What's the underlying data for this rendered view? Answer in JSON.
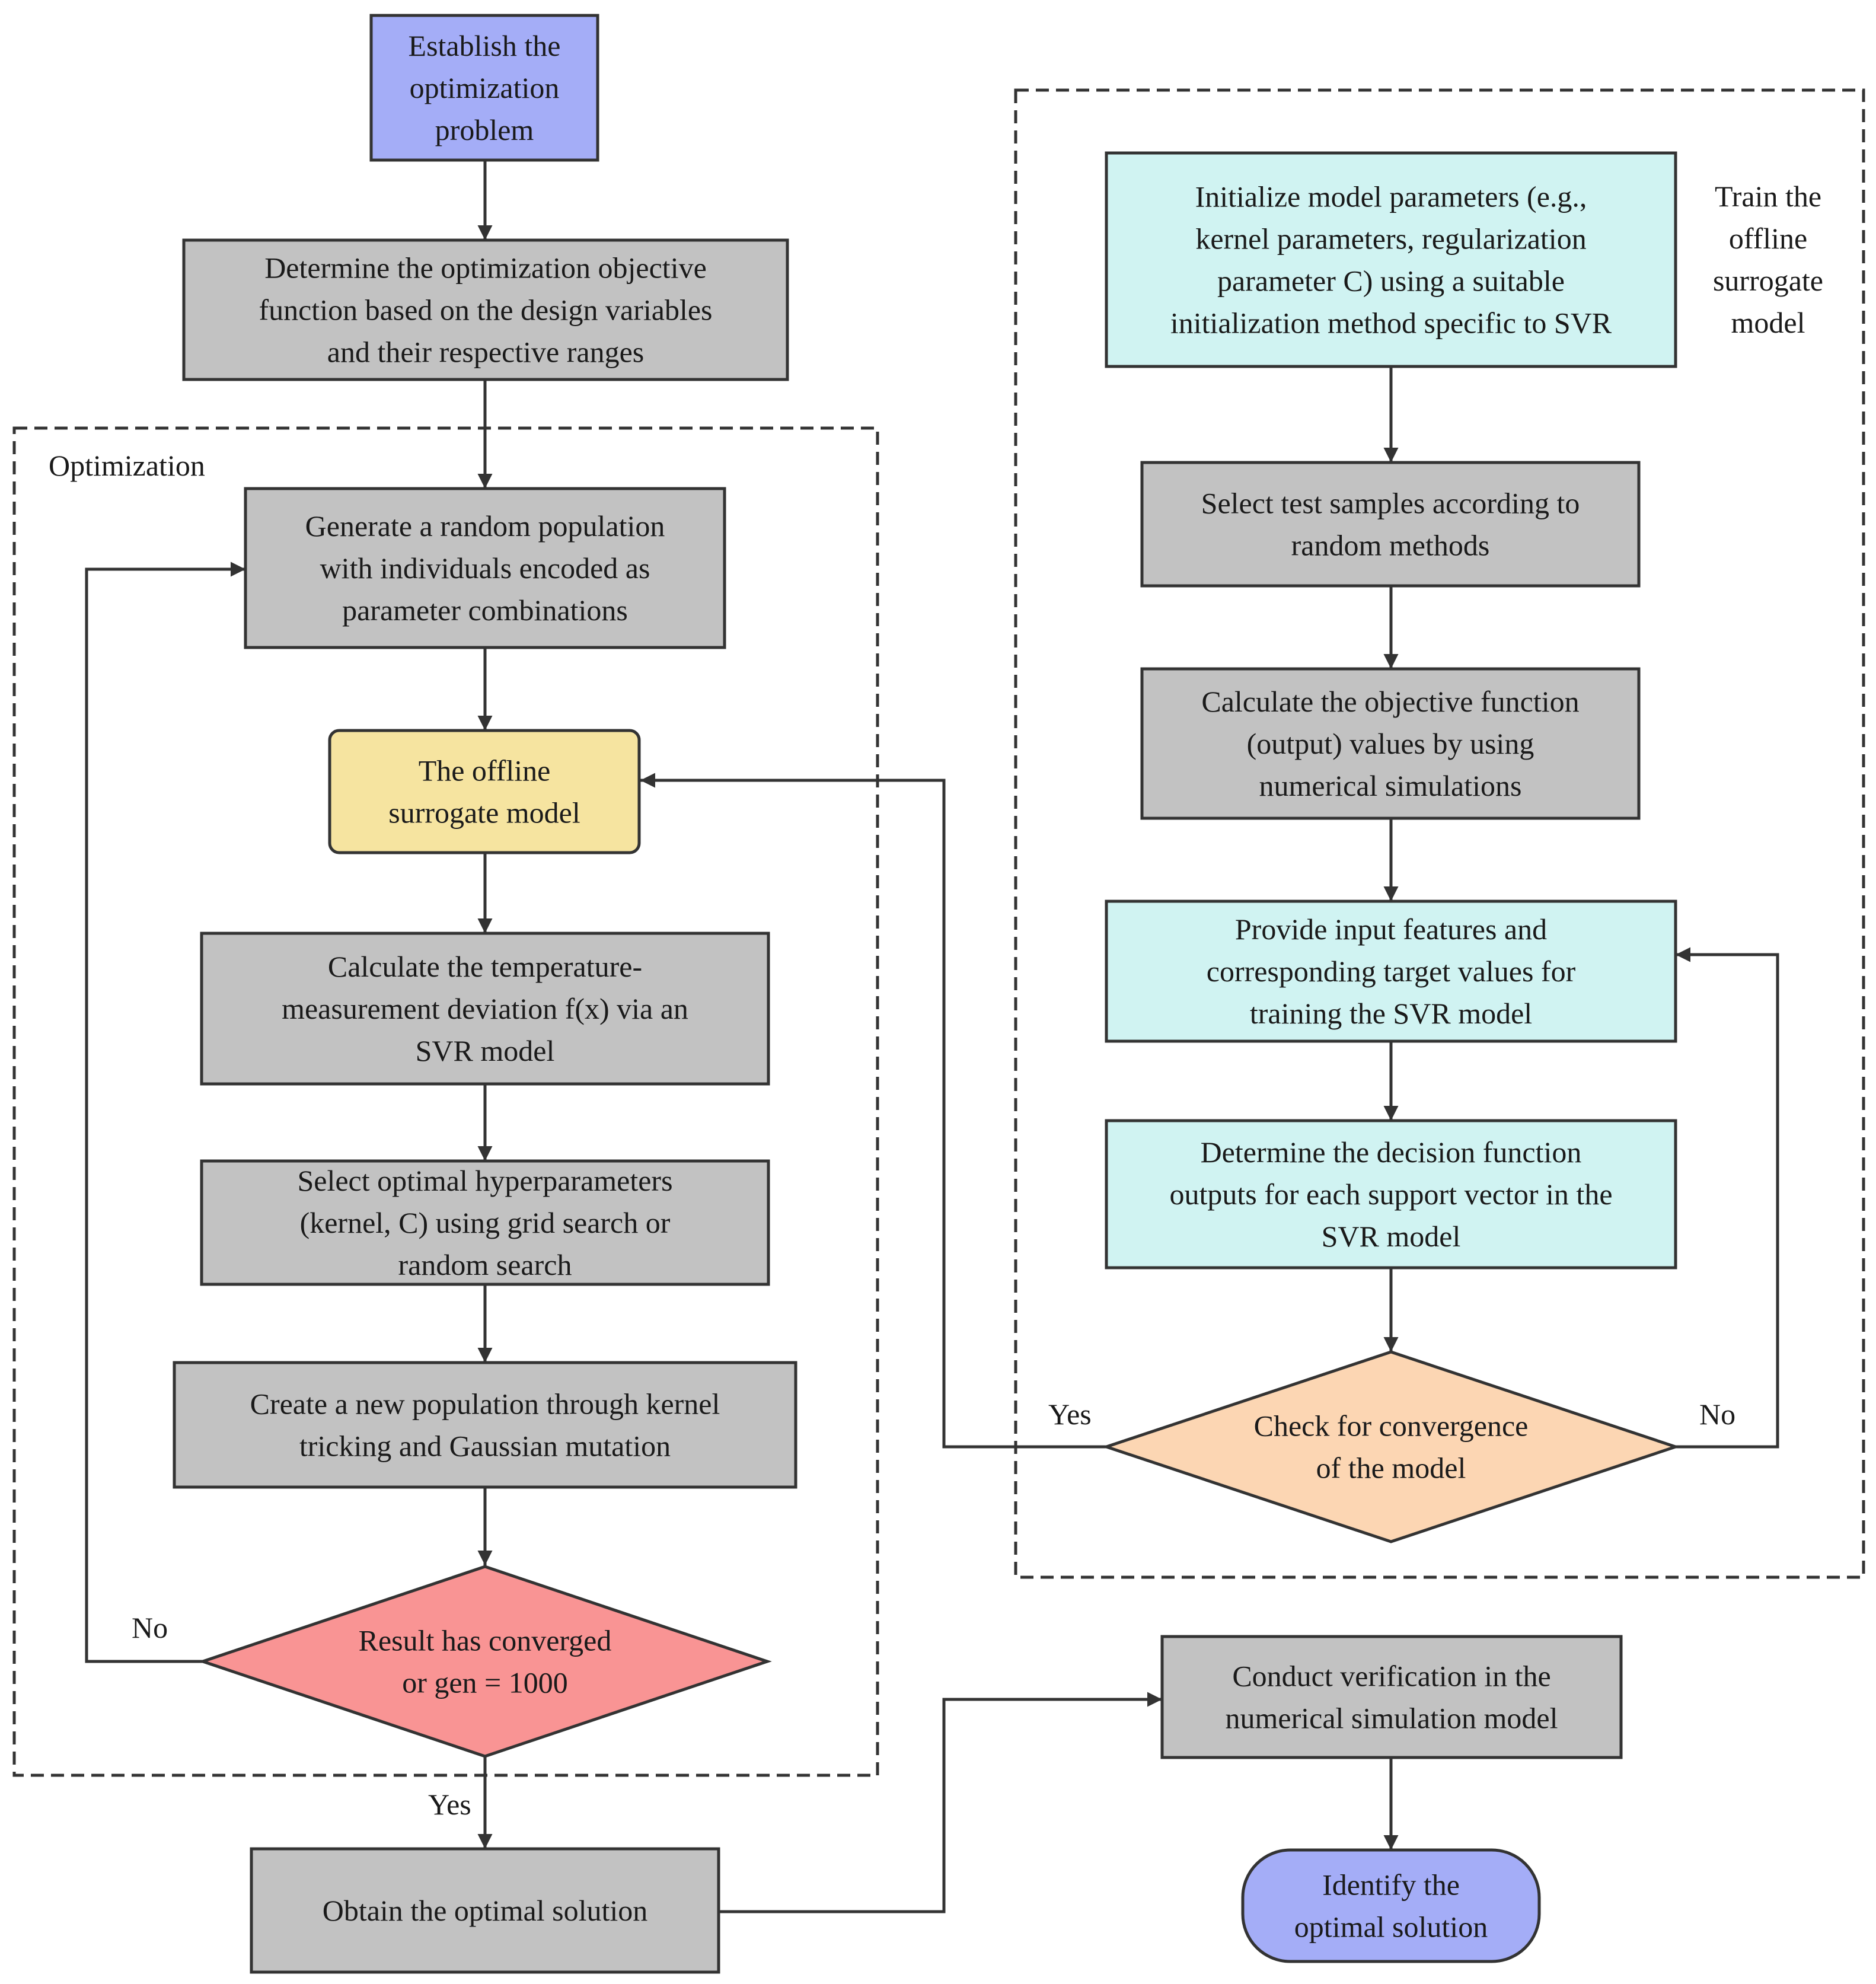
{
  "colors": {
    "blue": "#a4adf7",
    "gray": "#c2c2c2",
    "cyan": "#d0f3f2",
    "yellow": "#f6e4a0",
    "peach": "#fcd6b3",
    "red": "#f99494",
    "stroke": "#333333"
  },
  "groups": {
    "optimization": {
      "label": "Optimization"
    },
    "training": {
      "label_lines": [
        "Train the",
        "offline",
        "surrogate",
        "model"
      ]
    }
  },
  "nodes": {
    "establish": {
      "lines": [
        "Establish the",
        "optimization",
        "problem"
      ],
      "color": "blue"
    },
    "objective": {
      "lines": [
        "Determine the optimization objective",
        "function based on the design variables",
        "and their respective ranges"
      ],
      "color": "gray"
    },
    "population": {
      "lines": [
        "Generate a random population",
        "with individuals encoded as",
        "parameter combinations"
      ],
      "color": "gray"
    },
    "surrogate": {
      "lines": [
        "The offline",
        "surrogate model"
      ],
      "color": "yellow"
    },
    "deviation": {
      "lines": [
        "Calculate the temperature-",
        "measurement deviation f(x) via an",
        "SVR model"
      ],
      "color": "gray"
    },
    "hyper": {
      "lines": [
        "Select optimal hyperparameters",
        "(kernel, C) using grid search or",
        "random search"
      ],
      "color": "gray"
    },
    "newpop": {
      "lines": [
        "Create a new population through kernel",
        "tricking and Gaussian mutation"
      ],
      "color": "gray"
    },
    "converged": {
      "lines": [
        "Result has converged",
        "or gen = 1000"
      ],
      "color": "red"
    },
    "optimal": {
      "lines": [
        "Obtain the optimal solution"
      ],
      "color": "gray"
    },
    "init": {
      "lines": [
        "Initialize model parameters (e.g.,",
        "kernel parameters, regularization",
        "parameter C) using a suitable",
        "initialization method specific to SVR"
      ],
      "color": "cyan"
    },
    "samples": {
      "lines": [
        "Select test samples according to",
        "random methods"
      ],
      "color": "gray"
    },
    "calcobj": {
      "lines": [
        "Calculate the objective function",
        "(output) values by using",
        "numerical simulations"
      ],
      "color": "gray"
    },
    "features": {
      "lines": [
        "Provide input features and",
        "corresponding target values for",
        "training the SVR model"
      ],
      "color": "cyan"
    },
    "decision": {
      "lines": [
        "Determine the decision function",
        "outputs for each support vector in the",
        "SVR model"
      ],
      "color": "cyan"
    },
    "check": {
      "lines": [
        "Check for convergence",
        "of the model"
      ],
      "color": "peach"
    },
    "verify": {
      "lines": [
        "Conduct verification in the",
        "numerical simulation model"
      ],
      "color": "gray"
    },
    "identify": {
      "lines": [
        "Identify the",
        "optimal solution"
      ],
      "color": "blue"
    }
  },
  "edges": [
    {
      "from": "establish",
      "to": "objective"
    },
    {
      "from": "objective",
      "to": "population"
    },
    {
      "from": "population",
      "to": "surrogate"
    },
    {
      "from": "surrogate",
      "to": "deviation"
    },
    {
      "from": "deviation",
      "to": "hyper"
    },
    {
      "from": "hyper",
      "to": "newpop"
    },
    {
      "from": "newpop",
      "to": "converged"
    },
    {
      "from": "converged",
      "to": "population",
      "label": "No"
    },
    {
      "from": "converged",
      "to": "optimal",
      "label": "Yes"
    },
    {
      "from": "optimal",
      "to": "verify"
    },
    {
      "from": "verify",
      "to": "identify"
    },
    {
      "from": "init",
      "to": "samples"
    },
    {
      "from": "samples",
      "to": "calcobj"
    },
    {
      "from": "calcobj",
      "to": "features"
    },
    {
      "from": "features",
      "to": "decision"
    },
    {
      "from": "decision",
      "to": "check"
    },
    {
      "from": "check",
      "to": "features",
      "label": "No"
    },
    {
      "from": "check",
      "to": "surrogate",
      "label": "Yes"
    }
  ]
}
